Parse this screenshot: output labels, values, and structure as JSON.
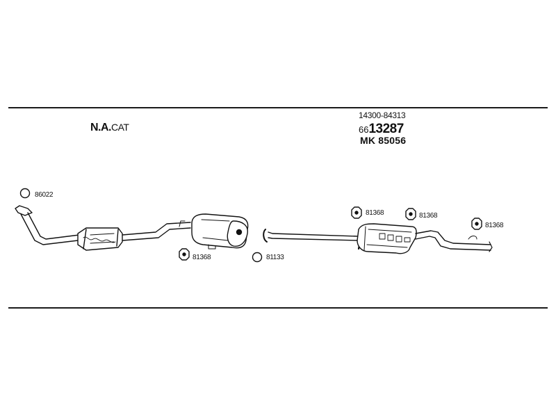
{
  "header": {
    "variant_bold": "N.A.",
    "variant_suffix": "CAT",
    "oem_number": "14300-84313",
    "part_prefix": "66",
    "part_number": "13287",
    "mk_prefix": "MK",
    "mk_number": "85056"
  },
  "callouts": {
    "front_clamp": "86022",
    "mid_hanger": "81368",
    "gasket": "81133",
    "rear_hanger_1": "81368",
    "rear_hanger_2": "81368",
    "tail_hanger": "81368"
  }
}
